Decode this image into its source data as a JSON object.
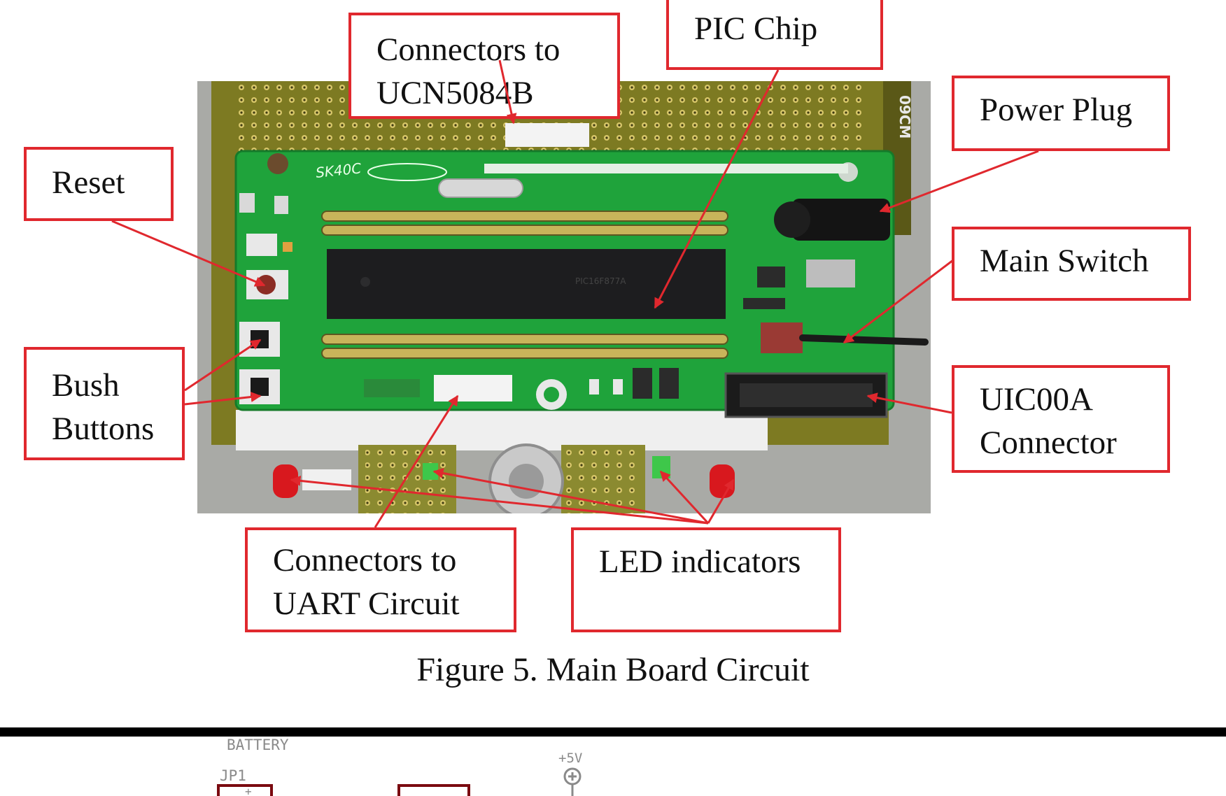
{
  "figure": {
    "callouts": {
      "ucn": [
        "Connectors to",
        "UCN5084B"
      ],
      "pic": [
        "PIC Chip"
      ],
      "reset": [
        "Reset"
      ],
      "power": [
        "Power Plug"
      ],
      "switch": [
        "Main Switch"
      ],
      "bush": [
        "Bush",
        "Buttons"
      ],
      "uic": [
        "UIC00A",
        "Connector"
      ],
      "uart": [
        "Connectors to",
        "UART Circuit"
      ],
      "led": [
        "LED indicators"
      ]
    },
    "caption": "Figure 5. Main Board Circuit"
  },
  "board_print": {
    "brand": "SK40C",
    "side_label": "09CM"
  },
  "schematic": {
    "battery_label": "BATTERY",
    "jumper_label": "JP1",
    "supply_label": "+5V"
  },
  "colors": {
    "callout_border": "#e0282e",
    "pcb": "#1fa33b",
    "perfboard": "#8c8a2a",
    "chip": "#1d1d1f"
  }
}
